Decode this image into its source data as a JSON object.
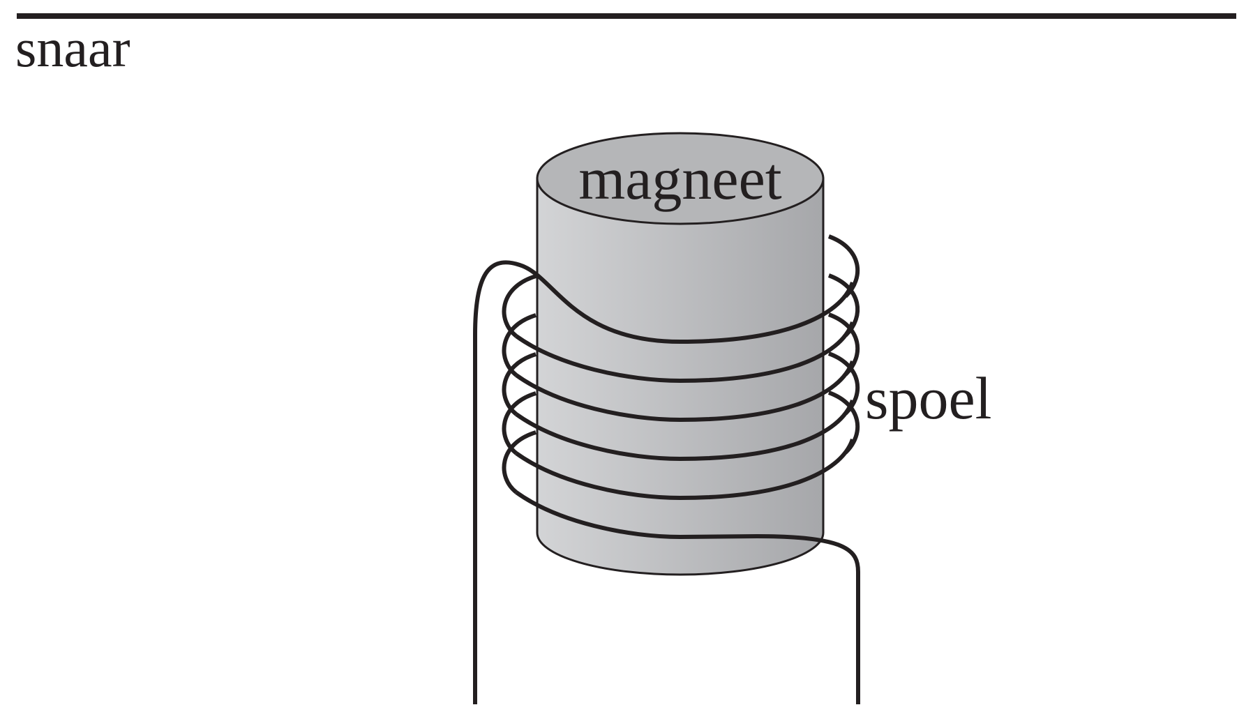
{
  "labels": {
    "string": "snaar",
    "magnet": "magneet",
    "coil": "spoel"
  },
  "colors": {
    "ink": "#231f20",
    "magnet_light": "#d3d4d6",
    "magnet_dark": "#a6a7aa",
    "background": "#ffffff"
  }
}
